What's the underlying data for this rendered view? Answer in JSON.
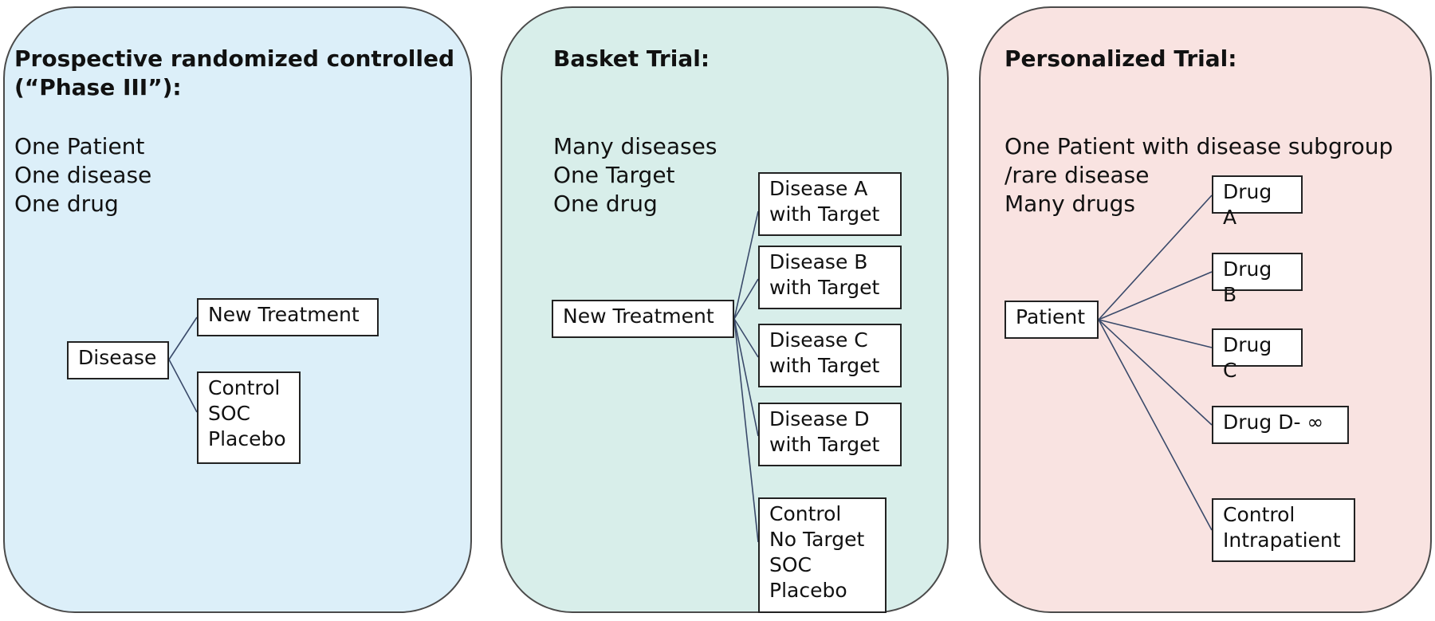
{
  "panels": [
    {
      "title": "Prospective randomized controlled\n(“Phase III”):",
      "description": "One Patient\nOne disease\nOne drug",
      "root": "Disease",
      "branches": [
        "New Treatment",
        "Control\nSOC\nPlacebo"
      ]
    },
    {
      "title": "Basket Trial:",
      "description": "Many diseases\nOne Target\nOne drug",
      "root": "New Treatment",
      "branches": [
        "Disease A\nwith Target",
        "Disease B\nwith Target",
        "Disease C\nwith Target",
        "Disease D\nwith Target",
        "Control\nNo Target\nSOC\nPlacebo"
      ]
    },
    {
      "title": "Personalized Trial:",
      "description": "One Patient with disease subgroup\n/rare disease\nMany drugs",
      "root": "Patient",
      "branches": [
        "Drug A",
        "Drug B",
        "Drug C",
        "Drug D-  ∞",
        "Control\nIntrapatient"
      ]
    }
  ],
  "colors": {
    "panel_1_fill": "#dcefF9",
    "panel_2_fill": "#d8eeea",
    "panel_3_fill": "#f9e3e1",
    "connector": "#3a4a6a"
  }
}
